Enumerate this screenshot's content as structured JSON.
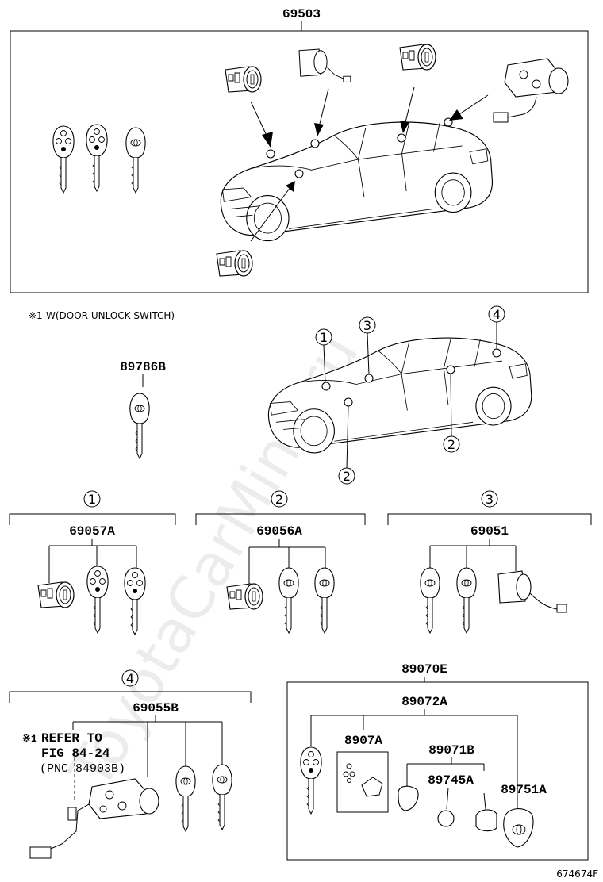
{
  "diagram_code": "674674F",
  "watermark": "ToyotaCarMine.ru",
  "top_assembly": {
    "part_no": "69503"
  },
  "note": {
    "symbol": "※1",
    "text": "W(DOOR UNLOCK SWITCH)"
  },
  "key_only": {
    "part_no": "89786B"
  },
  "locations": [
    "1",
    "2",
    "3",
    "4"
  ],
  "sections": [
    {
      "marker": "1",
      "part_no": "69057A"
    },
    {
      "marker": "2",
      "part_no": "69056A"
    },
    {
      "marker": "3",
      "part_no": "69051"
    },
    {
      "marker": "4",
      "part_no": "69055B"
    }
  ],
  "refer": {
    "symbol": "※1",
    "line1": "REFER TO",
    "line2": "FIG 84-24",
    "line3": "(PNC 84903B)"
  },
  "transmitter_kit": {
    "part_no": "89070E",
    "sub_assembly": "89072A",
    "parts": [
      "8907A",
      "89071B",
      "89745A",
      "89751A"
    ]
  }
}
